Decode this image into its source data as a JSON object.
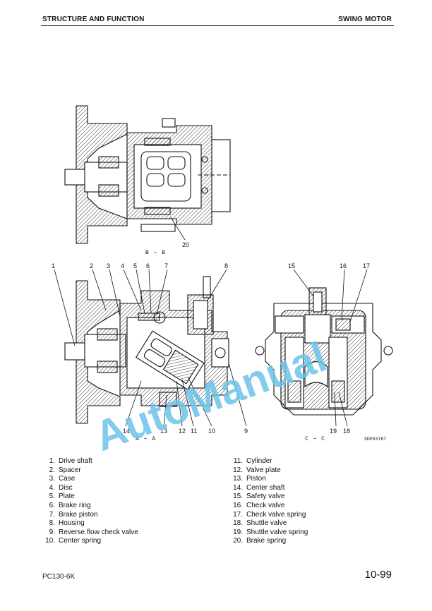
{
  "header": {
    "section": "STRUCTURE AND FUNCTION",
    "topic": "SWING MOTOR"
  },
  "views": {
    "bb": "B − B",
    "aa": "A − A",
    "cc": "C − C"
  },
  "callouts": {
    "n1": "1",
    "n2": "2",
    "n3": "3",
    "n4": "4",
    "n5": "5",
    "n6": "6",
    "n7": "7",
    "n8": "8",
    "n9": "9",
    "n10": "10",
    "n11": "11",
    "n12": "12",
    "n13": "13",
    "n14": "14",
    "n15": "15",
    "n16": "16",
    "n17": "17",
    "n18": "18",
    "n19": "19",
    "n20": "20"
  },
  "drawing_code": "SDP03767",
  "watermark": "AutoManual",
  "parts_left": [
    {
      "no": "1.",
      "name": "Drive shaft"
    },
    {
      "no": "2.",
      "name": "Spacer"
    },
    {
      "no": "3.",
      "name": "Case"
    },
    {
      "no": "4.",
      "name": "Disc"
    },
    {
      "no": "5.",
      "name": "Plate"
    },
    {
      "no": "6.",
      "name": "Brake ring"
    },
    {
      "no": "7.",
      "name": "Brake piston"
    },
    {
      "no": "8.",
      "name": "Housing"
    },
    {
      "no": "9.",
      "name": "Reverse flow  check valve"
    },
    {
      "no": "10.",
      "name": "Center spring"
    }
  ],
  "parts_right": [
    {
      "no": "11.",
      "name": "Cylinder"
    },
    {
      "no": "12.",
      "name": "Valve plate"
    },
    {
      "no": "13.",
      "name": "Piston"
    },
    {
      "no": "14.",
      "name": "Center shaft"
    },
    {
      "no": "15.",
      "name": "Safety valve"
    },
    {
      "no": "16.",
      "name": "Check valve"
    },
    {
      "no": "17.",
      "name": "Check valve spring"
    },
    {
      "no": "18.",
      "name": "Shuttle valve"
    },
    {
      "no": "19.",
      "name": "Shuttle valve spring"
    },
    {
      "no": "20.",
      "name": "Brake spring"
    }
  ],
  "footer": {
    "model": "PC130-6K",
    "page": "10-99"
  }
}
